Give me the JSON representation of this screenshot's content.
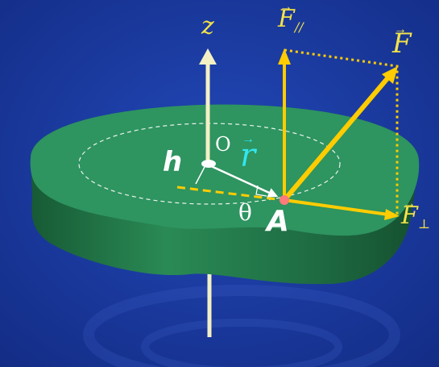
{
  "labels": {
    "z_axis": "z",
    "origin": "O",
    "h": "h",
    "r": "r",
    "theta": "θ",
    "point_A": "A",
    "force_parallel": "F",
    "force_parallel_sub": "//",
    "force": "F",
    "force_perp": "F",
    "force_perp_sub": "⊥"
  },
  "colors": {
    "background": "#1a3a9e",
    "disk_top": "#2e9460",
    "disk_side": "#1f6e44",
    "force": "#ffcc00",
    "label_yellow": "#f2e24a",
    "r_vector_label": "#33e6ee",
    "axis": "#f4f0c6",
    "point": "#ff7a7a"
  }
}
